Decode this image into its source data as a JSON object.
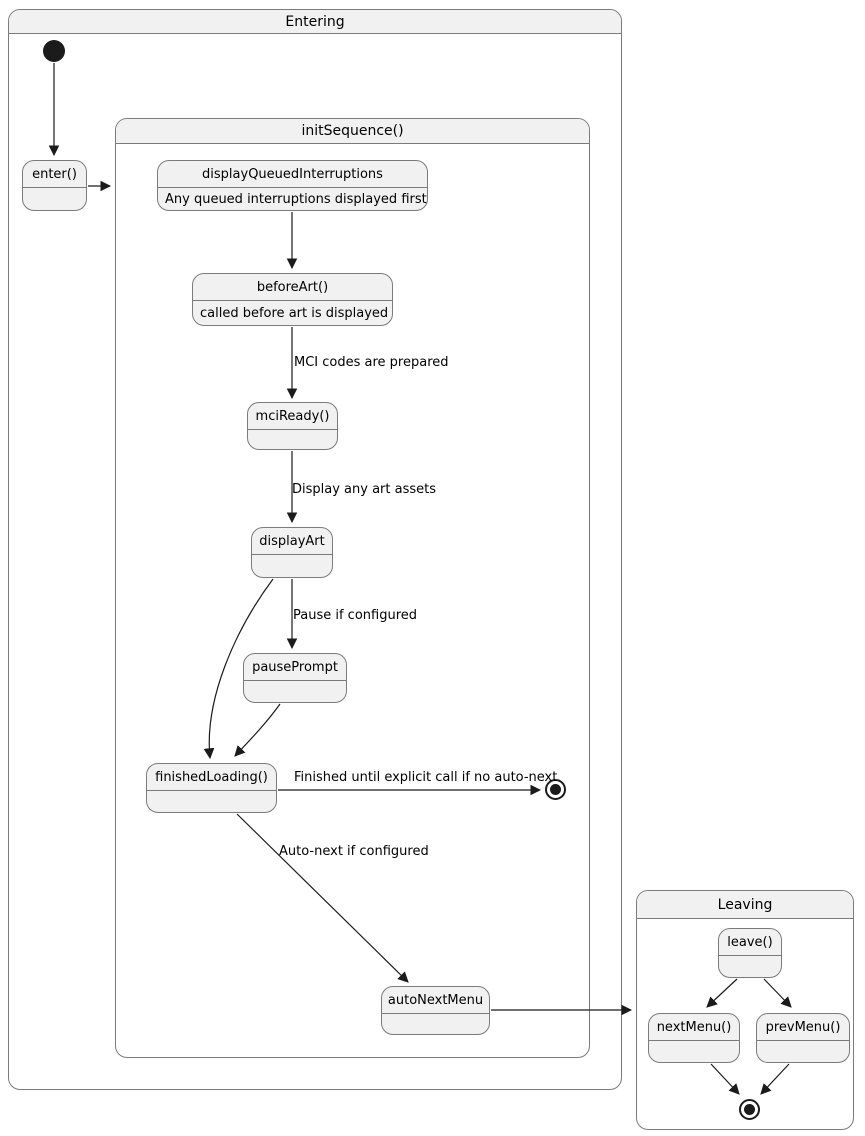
{
  "containers": {
    "entering": {
      "title": "Entering"
    },
    "init_sequence": {
      "title": "initSequence()"
    },
    "leaving": {
      "title": "Leaving"
    }
  },
  "states": {
    "enter": {
      "label": "enter()"
    },
    "display_queued_interruptions": {
      "label": "displayQueuedInterruptions",
      "description": "Any queued interruptions displayed first"
    },
    "before_art": {
      "label": "beforeArt()",
      "description": "called before art is displayed"
    },
    "mci_ready": {
      "label": "mciReady()"
    },
    "display_art": {
      "label": "displayArt"
    },
    "pause_prompt": {
      "label": "pausePrompt"
    },
    "finished_loading": {
      "label": "finishedLoading()"
    },
    "auto_next_menu": {
      "label": "autoNextMenu"
    },
    "leave": {
      "label": "leave()"
    },
    "next_menu": {
      "label": "nextMenu()"
    },
    "prev_menu": {
      "label": "prevMenu()"
    }
  },
  "edge_labels": {
    "mci_prepared": "MCI codes are prepared",
    "display_assets": "Display any art assets",
    "pause_configured": "Pause if configured",
    "finished_no_autonext": "Finished until explicit call if no auto-next",
    "autonext_configured": "Auto-next if configured"
  },
  "colors": {
    "background": "#ffffff",
    "state_fill": "#f1f1f1",
    "border": "#7b7b7b",
    "arrow": "#1b1b1b",
    "text": "#000000"
  }
}
